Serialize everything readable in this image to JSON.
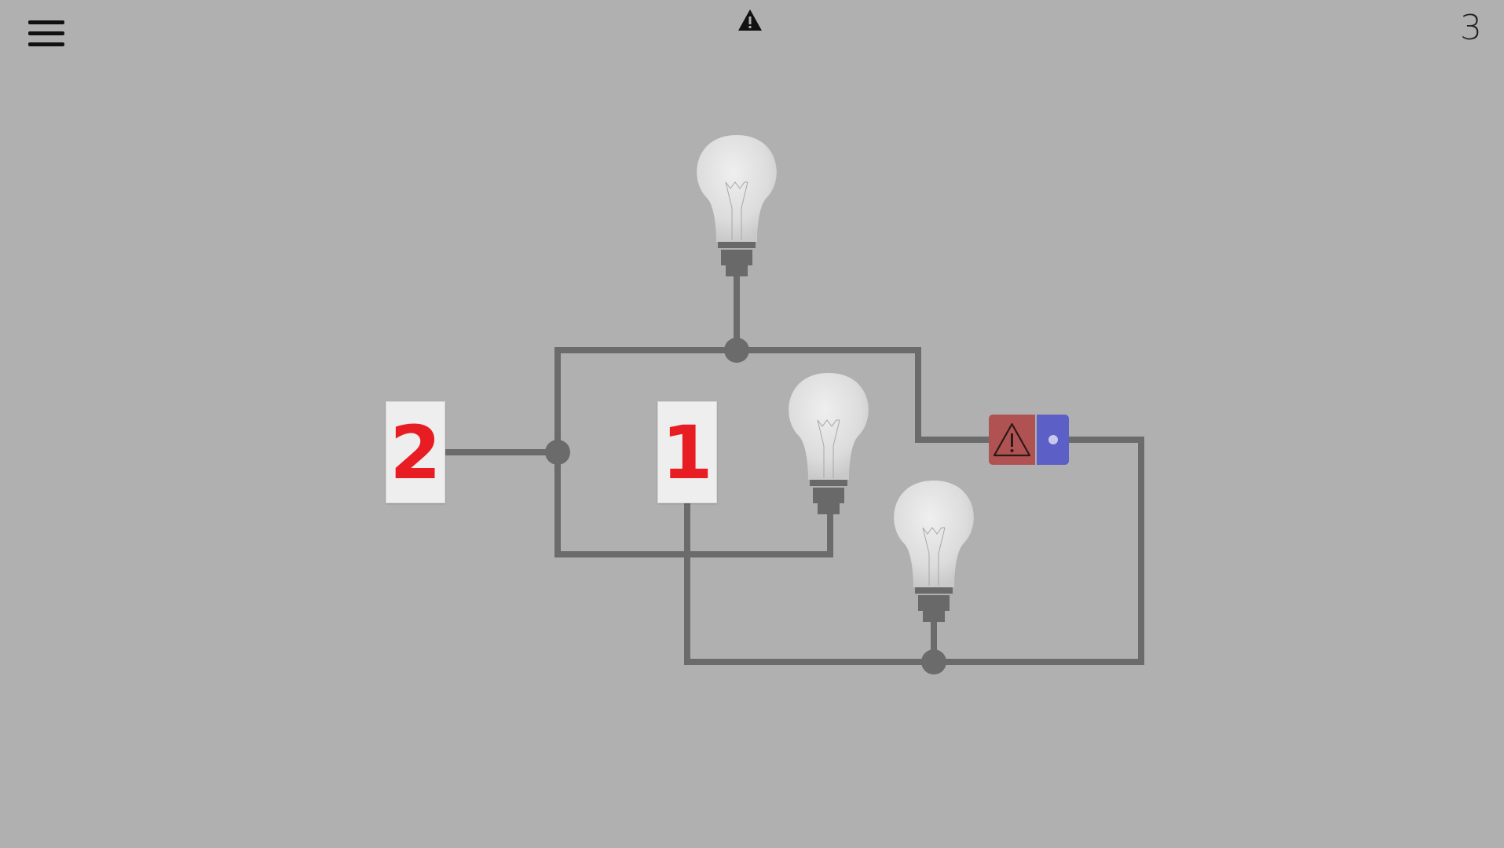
{
  "header": {
    "menu_icon": "hamburger-menu-icon",
    "status_icon": "warning-icon",
    "level_number": "3"
  },
  "switches": [
    {
      "id": "switch-a",
      "label": "2"
    },
    {
      "id": "switch-b",
      "label": "1"
    }
  ],
  "battery": {
    "negative_icon": "warning-icon",
    "negative_color": "#b05252",
    "positive_color": "#5c5fc6"
  },
  "colors": {
    "background": "#b0b0b0",
    "wire": "#6b6b6b",
    "switch_digit": "#e81c23"
  }
}
